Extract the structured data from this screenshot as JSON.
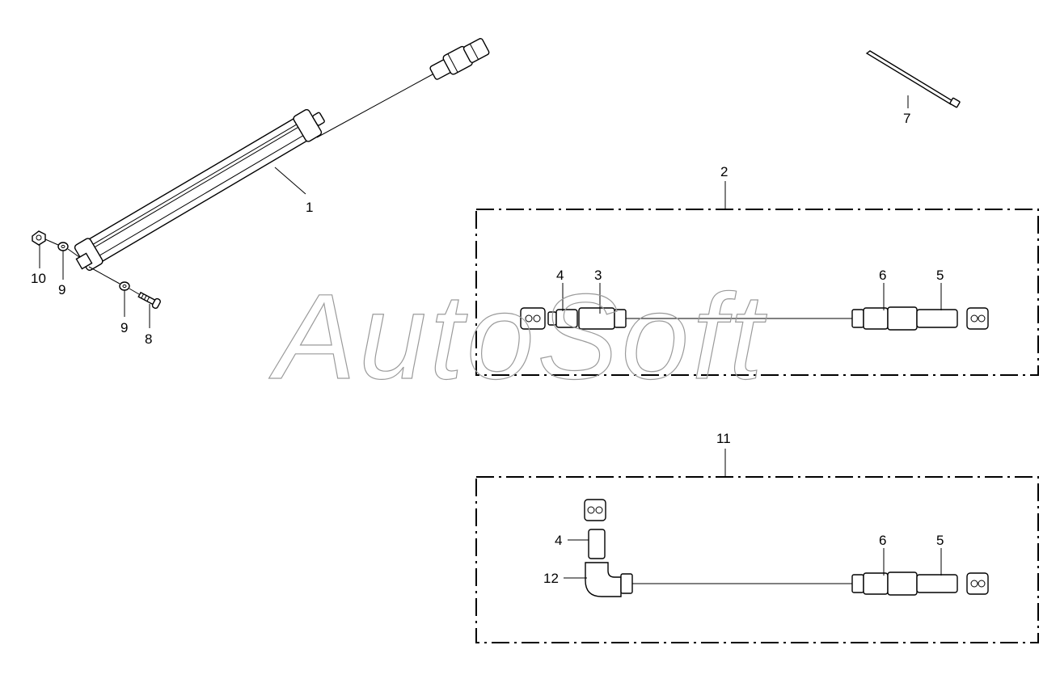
{
  "watermark": "AutoSoft",
  "labels": {
    "l1": "1",
    "l2": "2",
    "l3": "3",
    "l4a": "4",
    "l5a": "5",
    "l6a": "6",
    "l7": "7",
    "l8": "8",
    "l9a": "9",
    "l9b": "9",
    "l10": "10",
    "l11": "11",
    "l4b": "4",
    "l5b": "5",
    "l6b": "6",
    "l12": "12"
  }
}
